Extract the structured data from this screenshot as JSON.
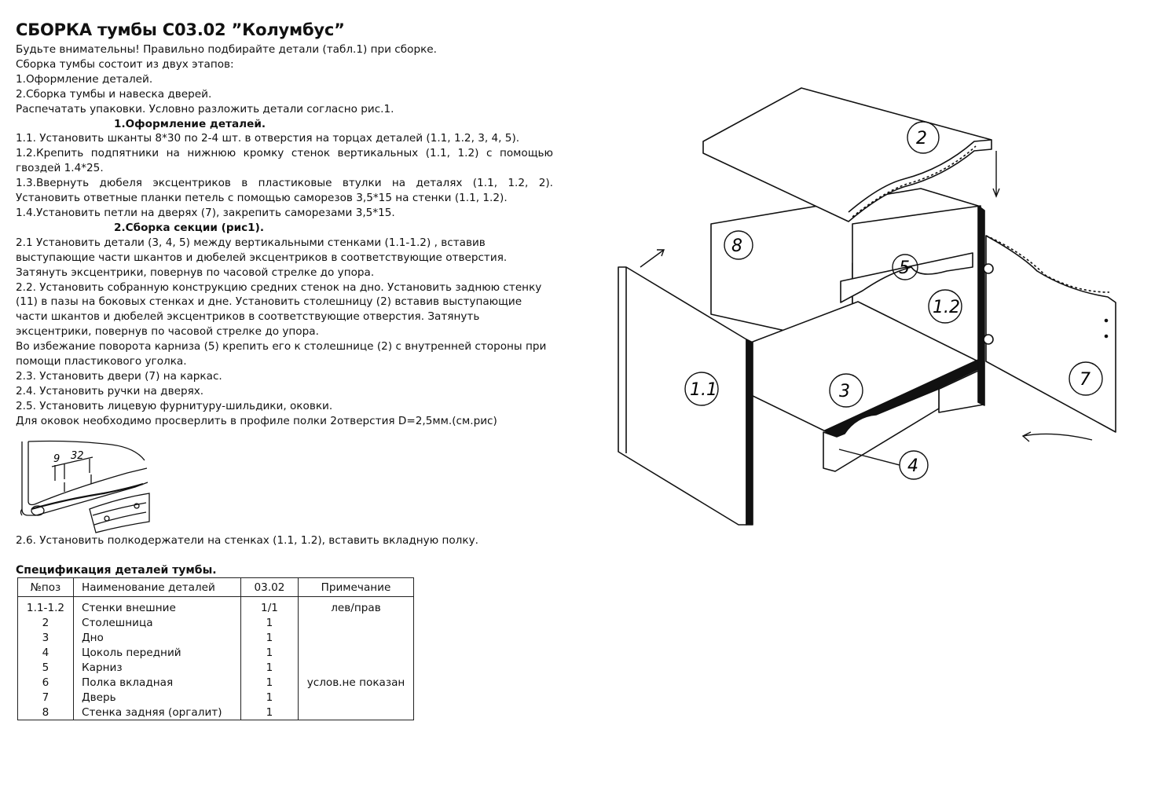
{
  "title": "СБОРКА тумбы С03.02 ”Колумбус”",
  "intro": [
    "Будьте внимательны! Правильно подбирайте детали (табл.1) при сборке.",
    "Сборка тумбы состоит из двух этапов:",
    "1.Оформление деталей.",
    "2.Сборка тумбы и навеска дверей.",
    "Распечатать упаковки. Условно разложить детали согласно рис.1."
  ],
  "section1": {
    "heading": "1.Оформление деталей.",
    "steps": [
      "1.1. Установить шканты 8*30 по 2-4 шт. в отверстия на торцах деталей (1.1, 1.2, 3, 4, 5).",
      "1.2.Крепить подпятники на нижнюю кромку стенок вертикальных (1.1, 1.2) с помощью",
      "гвоздей 1.4*25.",
      "1.3.Ввернуть дюбеля эксцентриков в пластиковые втулки на деталях (1.1, 1.2, 2).",
      "Установить ответные планки петель с помощью саморезов 3,5*15 на стенки (1.1, 1.2).",
      "1.4.Установить петли на дверях (7), закрепить саморезами 3,5*15."
    ]
  },
  "section2": {
    "heading": "2.Сборка секции (рис1).",
    "steps": [
      "2.1 Установить детали (3, 4, 5) между вертикальными стенками (1.1-1.2) , вставив",
      "выступающие части шкантов и дюбелей эксцентриков в соответствующие отверстия.",
      "Затянуть эксцентрики, повернув по часовой стрелке до упора.",
      "2.2. Установить собранную конструкцию средних стенок на дно. Установить заднюю стенку",
      "(11) в пазы на боковых стенках и дне. Установить столешницу (2) вставив выступающие",
      "части шкантов и дюбелей эксцентриков в соответствующие отверстия. Затянуть",
      "эксцентрики, повернув по часовой стрелке до упора.",
      "Во избежание поворота карниза (5) крепить его к столешнице (2) с внутренней стороны при",
      "помощи пластикового уголка.",
      "2.3. Установить двери (7) на каркас.",
      "2.4. Установить ручки на дверях.",
      "2.5. Установить лицевую фурнитуру-шильдики, оковки.",
      "Для оковок необходимо просверлить в профиле полки 2отверстия D=2,5мм.(см.рис)"
    ],
    "step_2_6": "2.6. Установить полкодержатели на стенках (1.1, 1.2), вставить вкладную полку."
  },
  "detail_figure": {
    "dim_a": "9",
    "dim_b": "32"
  },
  "spec": {
    "title": "Спецификация деталей тумбы.",
    "headers": [
      "№поз",
      "Наименование  деталей",
      "03.02",
      "Примечание"
    ],
    "rows": [
      [
        "1.1-1.2",
        "Стенки внешние",
        "1/1",
        "лев/прав"
      ],
      [
        "2",
        "Столешница",
        "1",
        ""
      ],
      [
        "3",
        "Дно",
        "1",
        ""
      ],
      [
        "4",
        "Цоколь передний",
        "1",
        ""
      ],
      [
        "5",
        "Карниз",
        "1",
        ""
      ],
      [
        "6",
        "Полка вкладная",
        "1",
        "услов.не показан"
      ],
      [
        "7",
        "Дверь",
        "1",
        ""
      ],
      [
        "8",
        "Стенка задняя (оргалит)",
        "1",
        ""
      ]
    ]
  },
  "assembly_labels": {
    "top": "2",
    "back": "8",
    "cornice": "5",
    "right_wall": "1.2",
    "left_wall": "1.1",
    "bottom": "3",
    "plinth": "4",
    "door": "7"
  }
}
